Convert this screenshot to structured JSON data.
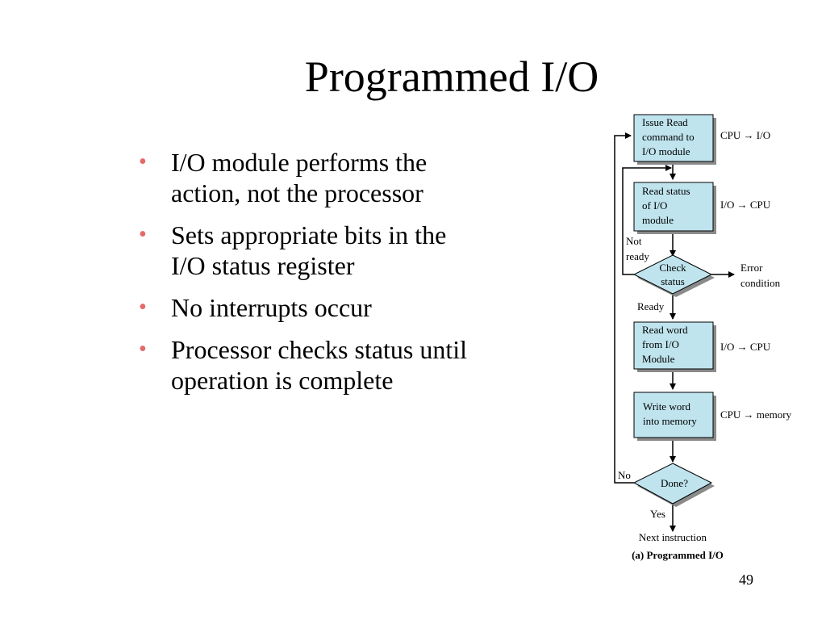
{
  "slide": {
    "title": "Programmed I/O",
    "bullets": [
      [
        "I/O module performs the",
        "action, not the processor"
      ],
      [
        "Sets appropriate bits in the",
        "I/O status register"
      ],
      [
        "No interrupts occur"
      ],
      [
        "Processor checks status until",
        "operation is complete"
      ]
    ],
    "bullet_marker": "•",
    "page_number": "49"
  },
  "flowchart": {
    "box_fill": "#bfe4ee",
    "box_shadow": "#8a8a8a",
    "boxes": {
      "issue_read": [
        "Issue Read",
        "command to",
        "I/O module"
      ],
      "read_status": [
        "Read status",
        "of I/O",
        "module"
      ],
      "read_word": [
        "Read word",
        "from I/O",
        "Module"
      ],
      "write_word": [
        "Write word",
        "into memory"
      ]
    },
    "side_labels": {
      "issue_read": "CPU → I/O",
      "read_status": "I/O → CPU",
      "read_word": "I/O → CPU",
      "write_word": "CPU → memory"
    },
    "decisions": {
      "check_status": [
        "Check",
        "status"
      ],
      "done": [
        "Done?"
      ]
    },
    "branch_labels": {
      "not_ready": [
        "Not",
        "ready"
      ],
      "error": [
        "Error",
        "condition"
      ],
      "ready": "Ready",
      "no": "No",
      "yes": "Yes"
    },
    "next_instruction": "Next instruction",
    "caption": "(a) Programmed I/O"
  }
}
